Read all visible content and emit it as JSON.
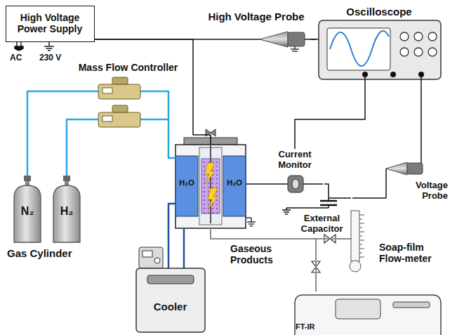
{
  "diagram": {
    "nodes": [
      {
        "text": [
          "High Voltage Power Supply"
        ]
      },
      {
        "text": [
          "High Voltage Probe"
        ]
      },
      {
        "text": [
          "Oscilloscope"
        ]
      },
      {
        "text": [
          "Mass Flow Controller"
        ]
      },
      {
        "text": [
          "H₂O",
          "H₂O"
        ]
      },
      {
        "text": [
          "N₂"
        ]
      },
      {
        "text": [
          "H₂"
        ]
      },
      {
        "text": [
          "Current Monitor"
        ]
      },
      {
        "text": [
          "External Capacitor"
        ]
      },
      {
        "text": [
          "Voltage Probe"
        ]
      },
      {
        "text": [
          "Cooler"
        ]
      },
      {
        "text": [
          "Soap-film Flow-meter"
        ]
      },
      {
        "text": [
          "FT-IR"
        ]
      }
    ],
    "edges": [
      {
        "from": 0,
        "to": 1,
        "arrow": "none"
      },
      {
        "from": 1,
        "to": 2,
        "arrow": "none"
      },
      {
        "from": 0,
        "to": 4,
        "arrow": "none"
      },
      {
        "from": 5,
        "to": 3,
        "arrow": "none"
      },
      {
        "from": 6,
        "to": 3,
        "arrow": "none"
      },
      {
        "from": 3,
        "to": 4,
        "arrow": "none"
      },
      {
        "from": 4,
        "to": 7,
        "arrow": "none"
      },
      {
        "from": 7,
        "to": 8,
        "arrow": "none"
      },
      {
        "from": 2,
        "to": 7,
        "arrow": "none"
      },
      {
        "from": 2,
        "to": 9,
        "arrow": "none"
      },
      {
        "from": 9,
        "to": 8,
        "arrow": "none"
      },
      {
        "from": 10,
        "to": 4,
        "arrow": "none"
      },
      {
        "from": 4,
        "to": 11,
        "arrow": "none"
      },
      {
        "from": 4,
        "to": 12,
        "arrow": "none"
      }
    ],
    "labels": [
      "AC",
      "230 V",
      "Gas Cylinder",
      "Gaseous Products"
    ]
  }
}
